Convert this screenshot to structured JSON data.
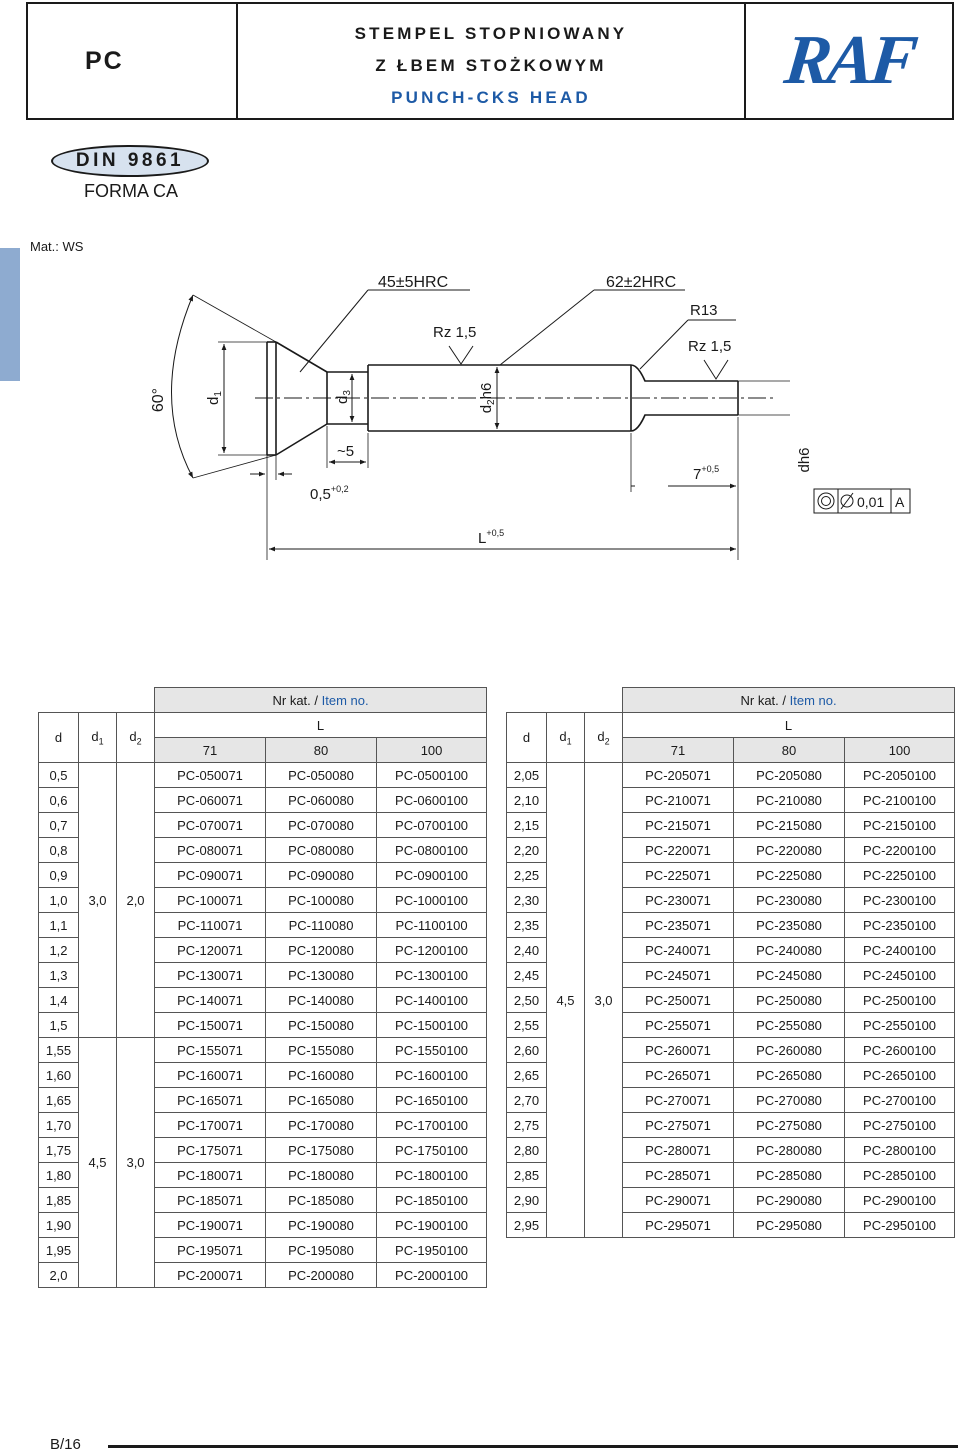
{
  "header": {
    "code": "PC",
    "title_line1": "STEMPEL STOPNIOWANY",
    "title_line2": "Z ŁBEM STOŻKOWYM",
    "title_line3": "PUNCH-CKS HEAD",
    "logo": "RAF"
  },
  "standard": {
    "din": "DIN 9861",
    "forma": "FORMA CA"
  },
  "material": "Mat.: WS",
  "drawing": {
    "angle": "60°",
    "d1": "d",
    "d1_sub": "1",
    "d3": "d",
    "d3_sub": "3",
    "d2h6": "d",
    "d2h6_sub": "2",
    "d2h6_suffix": "h6",
    "dh6": "dh6",
    "hardness_head": "45±5HRC",
    "hardness_body": "62±2HRC",
    "rz_body": "Rz 1,5",
    "rz_tip": "Rz 1,5",
    "r13": "R13",
    "dim_5": "~5",
    "dim_05": "0,5",
    "dim_05_tol": "+0,2",
    "dim_7": "7",
    "dim_7_tol": "+0,5",
    "dim_L": "L",
    "dim_L_tol": "+0,5",
    "tolerance_value": "0,01",
    "tolerance_datum": "A",
    "colors": {
      "ink": "#1a1a1a",
      "accent": "#1d5aa6",
      "badge": "#d7e2ef",
      "side_tab": "#8eabd0"
    }
  },
  "tables": {
    "header_nr": "Nr kat. / ",
    "header_item": "Item no.",
    "col_d": "d",
    "col_d1": "d",
    "col_d1_sub": "1",
    "col_d2": "d",
    "col_d2_sub": "2",
    "col_L": "L",
    "lengths": [
      "71",
      "80",
      "100"
    ],
    "left": {
      "rows": [
        {
          "d": "0,5",
          "c71": "PC-050071",
          "c80": "PC-050080",
          "c100": "PC-0500100"
        },
        {
          "d": "0,6",
          "c71": "PC-060071",
          "c80": "PC-060080",
          "c100": "PC-0600100"
        },
        {
          "d": "0,7",
          "c71": "PC-070071",
          "c80": "PC-070080",
          "c100": "PC-0700100"
        },
        {
          "d": "0,8",
          "c71": "PC-080071",
          "c80": "PC-080080",
          "c100": "PC-0800100"
        },
        {
          "d": "0,9",
          "c71": "PC-090071",
          "c80": "PC-090080",
          "c100": "PC-0900100"
        },
        {
          "d": "1,0",
          "c71": "PC-100071",
          "c80": "PC-100080",
          "c100": "PC-1000100"
        },
        {
          "d": "1,1",
          "c71": "PC-110071",
          "c80": "PC-110080",
          "c100": "PC-1100100"
        },
        {
          "d": "1,2",
          "c71": "PC-120071",
          "c80": "PC-120080",
          "c100": "PC-1200100"
        },
        {
          "d": "1,3",
          "c71": "PC-130071",
          "c80": "PC-130080",
          "c100": "PC-1300100"
        },
        {
          "d": "1,4",
          "c71": "PC-140071",
          "c80": "PC-140080",
          "c100": "PC-1400100"
        },
        {
          "d": "1,5",
          "c71": "PC-150071",
          "c80": "PC-150080",
          "c100": "PC-1500100"
        },
        {
          "d": "1,55",
          "c71": "PC-155071",
          "c80": "PC-155080",
          "c100": "PC-1550100"
        },
        {
          "d": "1,60",
          "c71": "PC-160071",
          "c80": "PC-160080",
          "c100": "PC-1600100"
        },
        {
          "d": "1,65",
          "c71": "PC-165071",
          "c80": "PC-165080",
          "c100": "PC-1650100"
        },
        {
          "d": "1,70",
          "c71": "PC-170071",
          "c80": "PC-170080",
          "c100": "PC-1700100"
        },
        {
          "d": "1,75",
          "c71": "PC-175071",
          "c80": "PC-175080",
          "c100": "PC-1750100"
        },
        {
          "d": "1,80",
          "c71": "PC-180071",
          "c80": "PC-180080",
          "c100": "PC-1800100"
        },
        {
          "d": "1,85",
          "c71": "PC-185071",
          "c80": "PC-185080",
          "c100": "PC-1850100"
        },
        {
          "d": "1,90",
          "c71": "PC-190071",
          "c80": "PC-190080",
          "c100": "PC-1900100"
        },
        {
          "d": "1,95",
          "c71": "PC-195071",
          "c80": "PC-195080",
          "c100": "PC-1950100"
        },
        {
          "d": "2,0",
          "c71": "PC-200071",
          "c80": "PC-200080",
          "c100": "PC-2000100"
        }
      ],
      "groups": [
        {
          "d1": "3,0",
          "d2": "2,0",
          "rows": 11,
          "label_row": 5
        },
        {
          "d1": "4,5",
          "d2": "3,0",
          "rows": 10,
          "label_row": 4
        }
      ]
    },
    "right": {
      "rows": [
        {
          "d": "2,05",
          "c71": "PC-205071",
          "c80": "PC-205080",
          "c100": "PC-2050100"
        },
        {
          "d": "2,10",
          "c71": "PC-210071",
          "c80": "PC-210080",
          "c100": "PC-2100100"
        },
        {
          "d": "2,15",
          "c71": "PC-215071",
          "c80": "PC-215080",
          "c100": "PC-2150100"
        },
        {
          "d": "2,20",
          "c71": "PC-220071",
          "c80": "PC-220080",
          "c100": "PC-2200100"
        },
        {
          "d": "2,25",
          "c71": "PC-225071",
          "c80": "PC-225080",
          "c100": "PC-2250100"
        },
        {
          "d": "2,30",
          "c71": "PC-230071",
          "c80": "PC-230080",
          "c100": "PC-2300100"
        },
        {
          "d": "2,35",
          "c71": "PC-235071",
          "c80": "PC-235080",
          "c100": "PC-2350100"
        },
        {
          "d": "2,40",
          "c71": "PC-240071",
          "c80": "PC-240080",
          "c100": "PC-2400100"
        },
        {
          "d": "2,45",
          "c71": "PC-245071",
          "c80": "PC-245080",
          "c100": "PC-2450100"
        },
        {
          "d": "2,50",
          "c71": "PC-250071",
          "c80": "PC-250080",
          "c100": "PC-2500100"
        },
        {
          "d": "2,55",
          "c71": "PC-255071",
          "c80": "PC-255080",
          "c100": "PC-2550100"
        },
        {
          "d": "2,60",
          "c71": "PC-260071",
          "c80": "PC-260080",
          "c100": "PC-2600100"
        },
        {
          "d": "2,65",
          "c71": "PC-265071",
          "c80": "PC-265080",
          "c100": "PC-2650100"
        },
        {
          "d": "2,70",
          "c71": "PC-270071",
          "c80": "PC-270080",
          "c100": "PC-2700100"
        },
        {
          "d": "2,75",
          "c71": "PC-275071",
          "c80": "PC-275080",
          "c100": "PC-2750100"
        },
        {
          "d": "2,80",
          "c71": "PC-280071",
          "c80": "PC-280080",
          "c100": "PC-2800100"
        },
        {
          "d": "2,85",
          "c71": "PC-285071",
          "c80": "PC-285080",
          "c100": "PC-2850100"
        },
        {
          "d": "2,90",
          "c71": "PC-290071",
          "c80": "PC-290080",
          "c100": "PC-2900100"
        },
        {
          "d": "2,95",
          "c71": "PC-295071",
          "c80": "PC-295080",
          "c100": "PC-2950100"
        }
      ],
      "groups": [
        {
          "d1": "4,5",
          "d2": "3,0",
          "rows": 19,
          "label_row": 9
        }
      ]
    }
  },
  "footer": {
    "page": "B/16"
  }
}
